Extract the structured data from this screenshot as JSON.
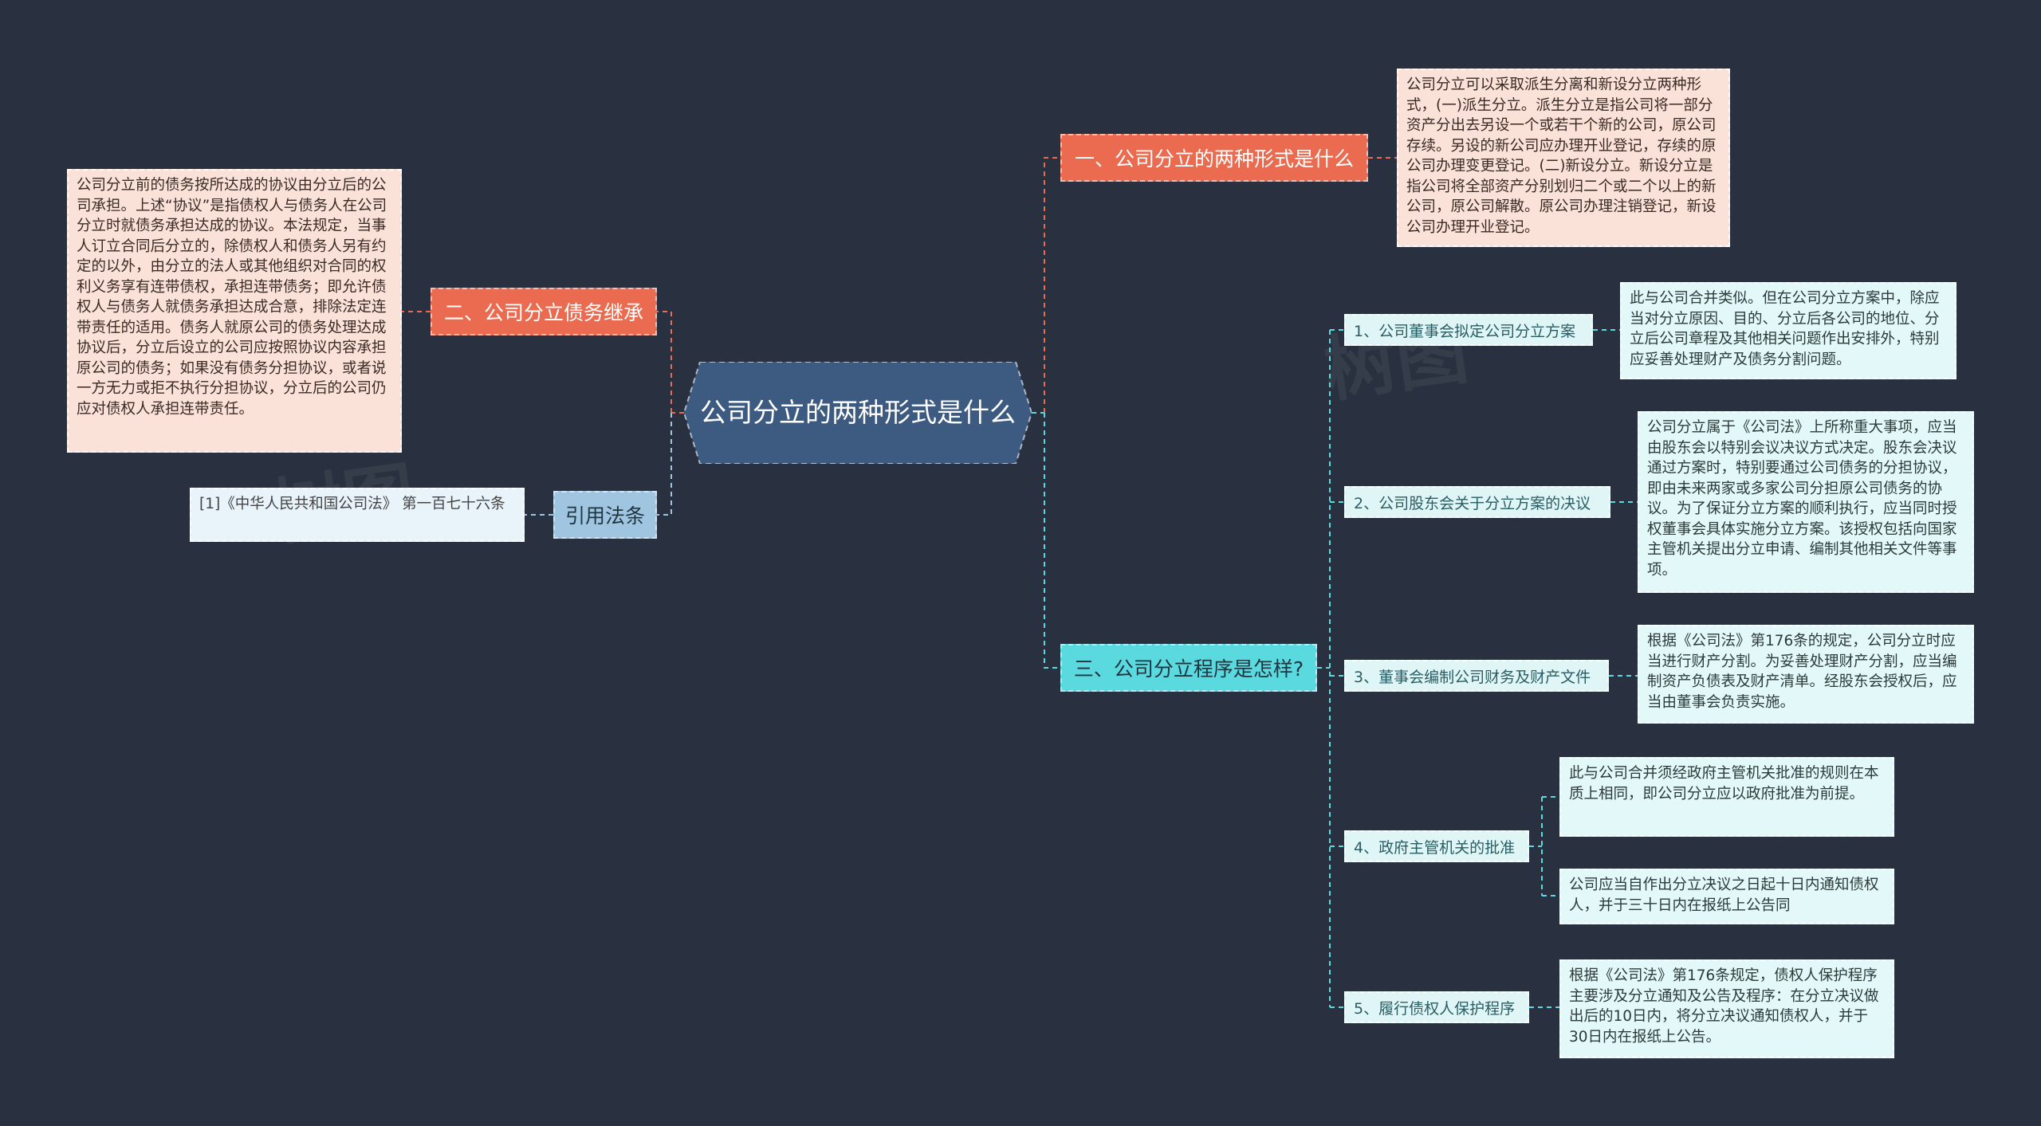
{
  "root": {
    "label": "公司分立的两种形式是什么"
  },
  "branches": {
    "b1": {
      "title": "一、公司分立的两种形式是什么",
      "detail": "公司分立可以采取派生分离和新设分立两种形式，(一)派生分立。派生分立是指公司将一部分资产分出去另设一个或若干个新的公司，原公司存续。另设的新公司应办理开业登记，存续的原公司办理变更登记。(二)新设分立。新设分立是指公司将全部资产分别划归二个或二个以上的新公司，原公司解散。原公司办理注销登记，新设公司办理开业登记。"
    },
    "b2": {
      "title": "二、公司分立债务继承",
      "detail": "公司分立前的债务按所达成的协议由分立后的公司承担。上述“协议”是指债权人与债务人在公司分立时就债务承担达成的协议。本法规定，当事人订立合同后分立的，除债权人和债务人另有约定的以外，由分立的法人或其他组织对合同的权利义务享有连带债权，承担连带债务；即允许债权人与债务人就债务承担达成合意，排除法定连带责任的适用。债务人就原公司的债务处理达成协议后，分立后设立的公司应按照协议内容承担原公司的债务；如果没有债务分担协议，或者说一方无力或拒不执行分担协议，分立后的公司仍应对债权人承担连带责任。"
    },
    "b3": {
      "title": "引用法条",
      "detail": "[1]《中华人民共和国公司法》 第一百七十六条"
    },
    "b4": {
      "title": "三、公司分立程序是怎样?",
      "steps": [
        {
          "label": "1、公司董事会拟定公司分立方案",
          "details": [
            "此与公司合并类似。但在公司分立方案中，除应当对分立原因、目的、分立后各公司的地位、分立后公司章程及其他相关问题作出安排外，特别应妥善处理财产及债务分割问题。"
          ]
        },
        {
          "label": "2、公司股东会关于分立方案的决议",
          "details": [
            "公司分立属于《公司法》上所称重大事项，应当由股东会以特别会议决议方式决定。股东会决议通过方案时，特别要通过公司债务的分担协议，即由未来两家或多家公司分担原公司债务的协议。为了保证分立方案的顺利执行，应当同时授权董事会具体实施分立方案。该授权包括向国家主管机关提出分立申请、编制其他相关文件等事项。"
          ]
        },
        {
          "label": "3、董事会编制公司财务及财产文件",
          "details": [
            "根据《公司法》第176条的规定，公司分立时应当进行财产分割。为妥善处理财产分割，应当编制资产负债表及财产清单。经股东会授权后，应当由董事会负责实施。"
          ]
        },
        {
          "label": "4、政府主管机关的批准",
          "details": [
            "此与公司合并须经政府主管机关批准的规则在本质上相同，即公司分立应以政府批准为前提。",
            "公司应当自作出分立决议之日起十日内通知债权人，并于三十日内在报纸上公告同"
          ]
        },
        {
          "label": "5、履行债权人保护程序",
          "details": [
            "根据《公司法》第176条规定，债权人保护程序主要涉及分立通知及公告及程序：在分立决议做出后的10日内，将分立决议通知债权人，并于30日内在报纸上公告。"
          ]
        }
      ]
    }
  },
  "colors": {
    "background": "#293140",
    "root": "#3d5a80",
    "red": "#ea6b4f",
    "teal": "#5ad9de",
    "blue": "#9fc5e1"
  }
}
